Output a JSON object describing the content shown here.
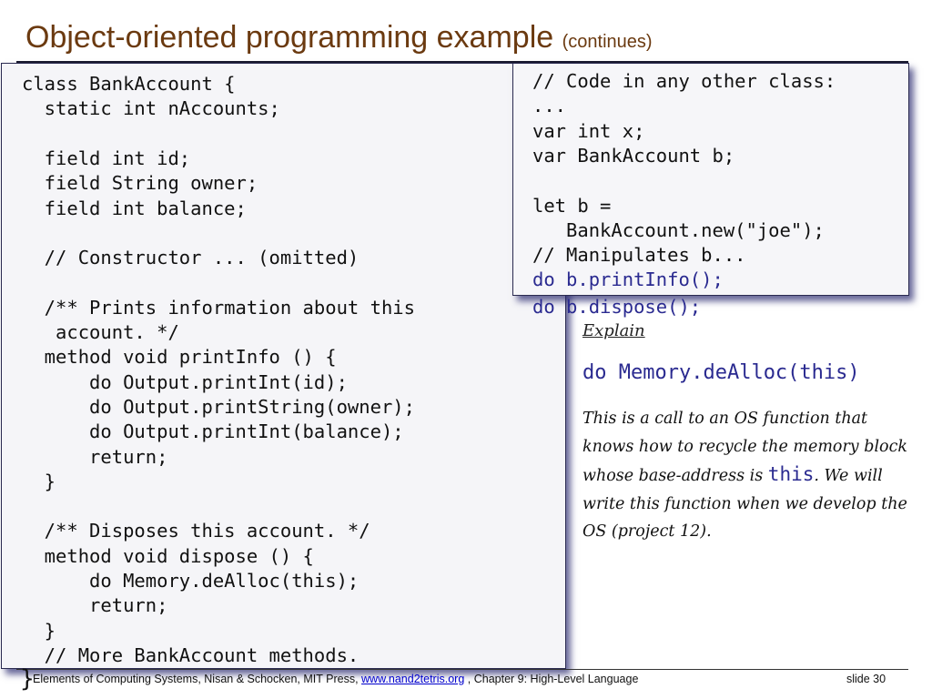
{
  "title": {
    "main": "Object-oriented programming example",
    "sub": "(continues)"
  },
  "left_code": [
    "class BankAccount {",
    "  static int nAccounts;",
    "",
    "  field int id;",
    "  field String owner;",
    "  field int balance;",
    "",
    "  // Constructor ... (omitted)",
    "",
    "  /** Prints information about this",
    "   account. */",
    "  method void printInfo () {",
    "      do Output.printInt(id);",
    "      do Output.printString(owner);",
    "      do Output.printInt(balance);",
    "      return;",
    "  }",
    "",
    "  /** Disposes this account. */",
    "  method void dispose () {",
    "      do Memory.deAlloc(this);",
    "      return;",
    "  }",
    "  // More BankAccount methods."
  ],
  "closing_brace": "}",
  "right_code": [
    "// Code in any other class:",
    "...",
    "var int x;",
    "var BankAccount b;",
    "",
    "let b =",
    "   BankAccount.new(\"joe\");",
    "// Manipulates b...",
    "do b.printInfo();"
  ],
  "right_code_overflow": "do b.dispose();",
  "explain_heading": "Explain",
  "dealloc_call": {
    "keyword": "do",
    "call": "Memory.deAlloc(this)"
  },
  "description": {
    "part1": "This is a call to an OS function that knows how to recycle the memory block whose base-address is ",
    "mono": "this",
    "part2": ". We will write this function when we develop the OS (project 12)."
  },
  "footer": {
    "text_before": "Elements of Computing Systems, Nisan & Schocken, MIT Press, ",
    "link": "www.nand2tetris.org",
    "text_after": " , Chapter 9: High-Level Language",
    "slide": "slide 30"
  },
  "colors": {
    "title": "#6b3a10",
    "code_blue": "#2a2a90",
    "box_border": "#2a2a50"
  }
}
